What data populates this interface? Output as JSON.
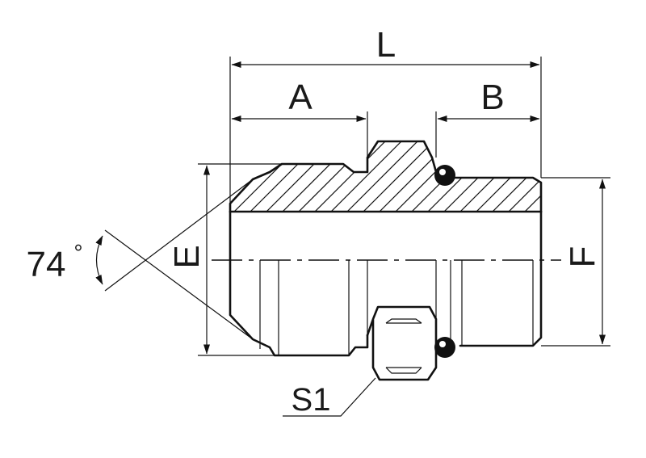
{
  "drawing": {
    "labels": {
      "overall_length": "L",
      "left_thread_length": "A",
      "right_thread_length": "B",
      "left_thread_diameter": "E",
      "right_thread_diameter": "F",
      "hex_size": "S1",
      "cone_angle_value": "74",
      "cone_angle_unit": "°"
    },
    "colors": {
      "line": "#111111",
      "background": "#ffffff"
    }
  }
}
